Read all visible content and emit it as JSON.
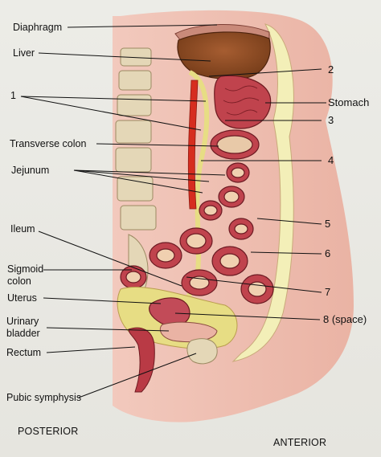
{
  "labels": {
    "diaphragm": "Diaphragm",
    "liver": "Liver",
    "one": "1",
    "transverse_colon": "Transverse colon",
    "jejunum": "Jejunum",
    "ileum": "Ileum",
    "sigmoid_colon_line1": "Sigmoid",
    "sigmoid_colon_line2": "colon",
    "uterus": "Uterus",
    "urinary_bladder_line1": "Urinary",
    "urinary_bladder_line2": "bladder",
    "rectum": "Rectum",
    "pubic_symphysis": "Pubic symphysis",
    "two": "2",
    "stomach": "Stomach",
    "three": "3",
    "four": "4",
    "five": "5",
    "six": "6",
    "seven": "7",
    "eight": "8 (space)"
  },
  "orientation": {
    "posterior": "POSTERIOR",
    "anterior": "ANTERIOR"
  },
  "colors": {
    "page": "#e9e9e4",
    "skin": "#f0c4b6",
    "liver": "#8a4a23",
    "gut": "#b93a45",
    "peritoneum": "#e7dd84",
    "bone": "#e4d7b7",
    "artery": "#d62d1f"
  }
}
